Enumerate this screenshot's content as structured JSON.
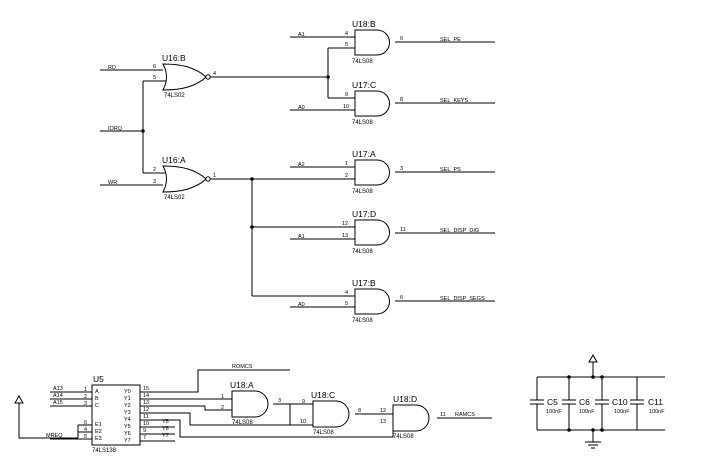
{
  "gates": {
    "u18b": {
      "ref": "U18:B",
      "part": "74LS08",
      "pins": [
        "4",
        "5",
        "6"
      ]
    },
    "u17c": {
      "ref": "U17:C",
      "part": "74LS08",
      "pins": [
        "9",
        "10",
        "8"
      ]
    },
    "u16b": {
      "ref": "U16:B",
      "part": "74LS02",
      "pins": [
        "6",
        "5",
        "4"
      ]
    },
    "u16a": {
      "ref": "U16:A",
      "part": "74LS02",
      "pins": [
        "2",
        "3",
        "1"
      ]
    },
    "u17a": {
      "ref": "U17:A",
      "part": "74LS08",
      "pins": [
        "1",
        "2",
        "3"
      ]
    },
    "u17d": {
      "ref": "U17:D",
      "part": "74LS08",
      "pins": [
        "12",
        "13",
        "11"
      ]
    },
    "u17b": {
      "ref": "U17:B",
      "part": "74LS08",
      "pins": [
        "4",
        "5",
        "6"
      ]
    },
    "u18a": {
      "ref": "U18:A",
      "part": "74LS08",
      "pins": [
        "1",
        "2",
        "3"
      ]
    },
    "u18c": {
      "ref": "U18:C",
      "part": "74LS08",
      "pins": [
        "9",
        "10",
        "8"
      ]
    },
    "u18d": {
      "ref": "U18:D",
      "part": "74LS08",
      "pins": [
        "12",
        "13",
        "11"
      ]
    }
  },
  "decoder": {
    "ref": "U5",
    "part": "74LS138",
    "inputs": [
      "A",
      "B",
      "C"
    ],
    "input_pins": [
      "1",
      "2",
      "3"
    ],
    "enables": [
      "E1",
      "E2",
      "E3"
    ],
    "enable_pins": [
      "6",
      "4",
      "5"
    ],
    "outputs": [
      "Y0",
      "Y1",
      "Y2",
      "Y3",
      "Y4",
      "Y5",
      "Y6",
      "Y7"
    ],
    "output_pins": [
      "15",
      "14",
      "13",
      "12",
      "11",
      "10",
      "9",
      "7"
    ]
  },
  "nets": {
    "rd": "RD",
    "iorq": "IORQ",
    "wr": "WR",
    "a1_top": "A1",
    "a0_top": "A0",
    "a2": "A2",
    "a1_mid": "A1",
    "a0_low": "A0",
    "sel_pe": "SEL_PE",
    "sel_keys": "SEL_KEYS",
    "sel_ps": "SEL_PS",
    "sel_disp_dig": "SEL_DISP_DIG",
    "sel_disp_segs": "SEL_DISP_SEGS",
    "a13": "A13",
    "a14": "A14",
    "a15": "A15",
    "mreq": "MREQ",
    "romcs": "ROMCS",
    "ramcs": "RAMCS",
    "y5_label": "Y5",
    "y6_label": "Y6",
    "y7_label": "Y7"
  },
  "capacitors": [
    {
      "ref": "C5",
      "value": "100nF"
    },
    {
      "ref": "C6",
      "value": "100nF"
    },
    {
      "ref": "C10",
      "value": "100nF"
    },
    {
      "ref": "C11",
      "value": "100nF"
    }
  ]
}
